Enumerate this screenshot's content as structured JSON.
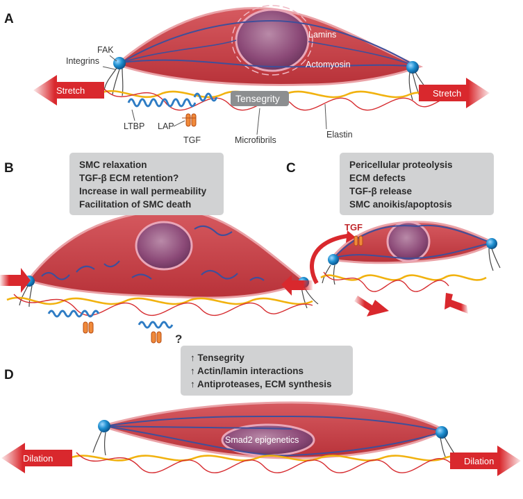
{
  "panels": {
    "a": {
      "letter": "A",
      "labels": {
        "fak": "FAK",
        "integrins": "Integrins",
        "lamins": "Lamins",
        "actomyosin": "Actomyosin",
        "stretch_left": "Stretch",
        "stretch_right": "Stretch",
        "tensegrity": "Tensegrity",
        "ltbp": "LTBP",
        "lap": "LAP",
        "tgf": "TGF",
        "microfibrils": "Microfibrils",
        "elastin": "Elastin"
      }
    },
    "b": {
      "letter": "B",
      "box_lines": [
        "SMC relaxation",
        "TGF-β ECM retention?",
        "Increase in wall permeability",
        "Facilitation of SMC death"
      ],
      "question_mark": "?"
    },
    "c": {
      "letter": "C",
      "box_lines": [
        "Pericellular proteolysis",
        "ECM defects",
        "TGF-β release",
        "SMC anoikis/apoptosis"
      ],
      "tgf_label": "TGF"
    },
    "d": {
      "letter": "D",
      "box_lines": [
        "↑ Tensegrity",
        "↑ Actin/lamin interactions",
        "↑ Antiproteases, ECM synthesis"
      ],
      "nucleus_label": "Smad2 epigenetics",
      "dilation_left": "Dilation",
      "dilation_right": "Dilation"
    }
  },
  "colors": {
    "cell_fill": "#c9424a",
    "cell_edge": "#e89aa0",
    "nucleus": "#8e4a7a",
    "actin": "#3f4f9a",
    "integrin_ball": "#1e8fd0",
    "elastin": "#f1b20f",
    "microfibril": "#d62b2f",
    "ltbp": "#2e7cc4",
    "arrow_red": "#d9282d",
    "box_gray": "#d1d2d3"
  }
}
